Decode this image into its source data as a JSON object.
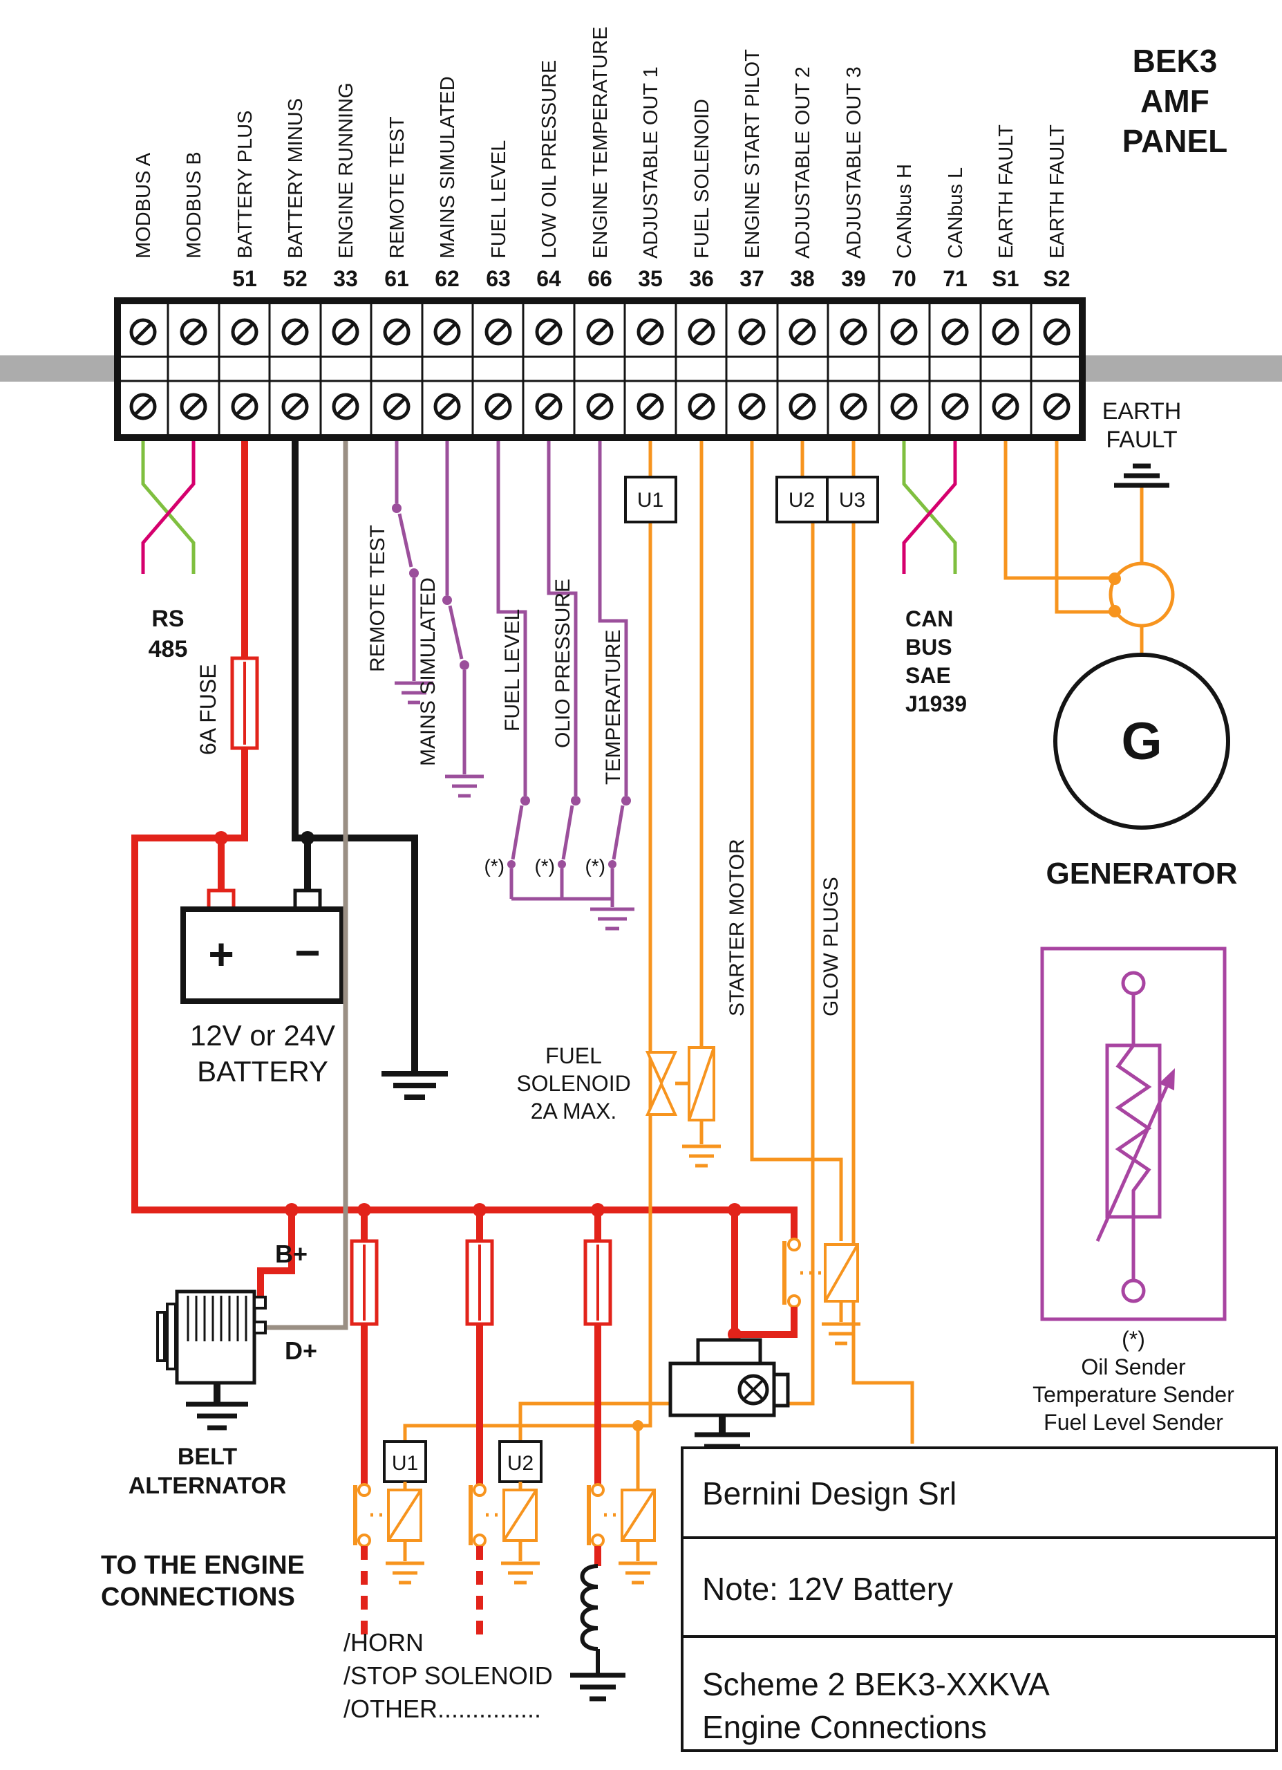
{
  "colors": {
    "red": "#E2231A",
    "black": "#141414",
    "orange": "#F7941E",
    "purple": "#9B4F9B",
    "sender_purple": "#A844A1",
    "magenta": "#D5006D",
    "green": "#7FBF3F",
    "gray_wire": "#9A8F84",
    "gray_bar": "#ACACAC"
  },
  "panel": {
    "title_lines": [
      "BEK3",
      "AMF",
      "PANEL"
    ]
  },
  "terminals": [
    {
      "label": "MODBUS A",
      "number": ""
    },
    {
      "label": "MODBUS B",
      "number": ""
    },
    {
      "label": "BATTERY PLUS",
      "number": "51"
    },
    {
      "label": "BATTERY MINUS",
      "number": "52"
    },
    {
      "label": "ENGINE RUNNING",
      "number": "33"
    },
    {
      "label": "REMOTE TEST",
      "number": "61"
    },
    {
      "label": "MAINS SIMULATED",
      "number": "62"
    },
    {
      "label": "FUEL LEVEL",
      "number": "63"
    },
    {
      "label": "LOW OIL PRESSURE",
      "number": "64"
    },
    {
      "label": "ENGINE TEMPERATURE",
      "number": "66"
    },
    {
      "label": "ADJUSTABLE OUT 1",
      "number": "35"
    },
    {
      "label": "FUEL SOLENOID",
      "number": "36"
    },
    {
      "label": "ENGINE START PILOT",
      "number": "37"
    },
    {
      "label": "ADJUSTABLE OUT 2",
      "number": "38"
    },
    {
      "label": "ADJUSTABLE OUT 3",
      "number": "39"
    },
    {
      "label": "CANbus H",
      "number": "70"
    },
    {
      "label": "CANbus L",
      "number": "71"
    },
    {
      "label": "EARTH FAULT",
      "number": "S1"
    },
    {
      "label": "EARTH FAULT",
      "number": "S2"
    }
  ],
  "labels": {
    "rs485": [
      "RS",
      "485"
    ],
    "canbus": [
      "CAN",
      "BUS",
      "SAE",
      "J1939"
    ],
    "fuse6a": "6A FUSE",
    "remote_test": "REMOTE TEST",
    "mains_simulated": "MAINS SIMULATED",
    "fuel_level": "FUEL LEVEL",
    "olio_pressure": "OLIO PRESSURE",
    "temperature": "TEMPERATURE",
    "starter_motor": "STARTER MOTOR",
    "glow_plugs": "GLOW PLUGS",
    "battery_caption": [
      "12V or 24V",
      "BATTERY"
    ],
    "plus": "+",
    "minus": "−",
    "fuel_solenoid": [
      "FUEL",
      "SOLENOID",
      "2A MAX."
    ],
    "earth_fault": [
      "EARTH",
      "FAULT"
    ],
    "generator": "GENERATOR",
    "generator_letter": "G",
    "u1": "U1",
    "u2": "U2",
    "u3": "U3",
    "asterisk": "(*)",
    "sender_note": [
      "(*)",
      "Oil Sender",
      "Temperature Sender",
      "Fuel Level Sender"
    ],
    "belt_alternator": [
      "BELT",
      "ALTERNATOR"
    ],
    "b_plus": "B+",
    "d_plus": "D+",
    "to_engine": [
      "TO THE ENGINE",
      "CONNECTIONS"
    ],
    "horn_list": [
      "/HORN",
      "/STOP SOLENOID",
      "/OTHER..............."
    ]
  },
  "title_block": {
    "company": "Bernini Design Srl",
    "note": "Note: 12V Battery",
    "scheme": [
      "Scheme 2  BEK3-XXKVA",
      "Engine Connections"
    ]
  }
}
